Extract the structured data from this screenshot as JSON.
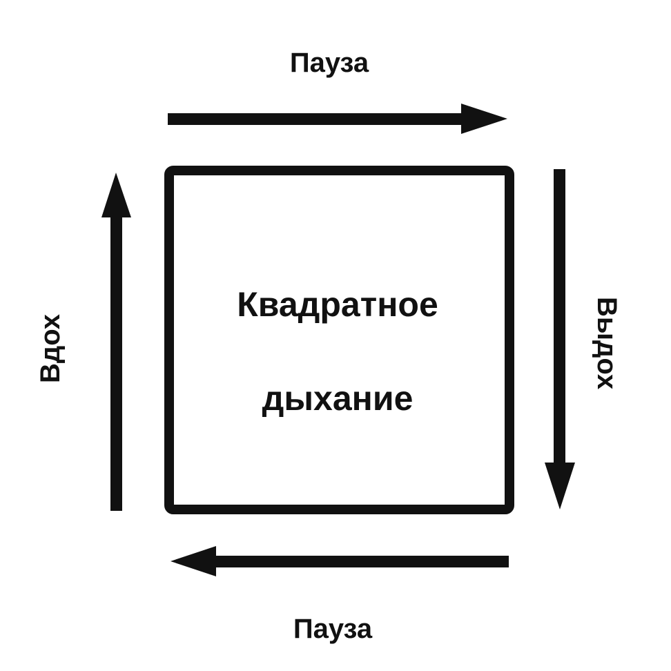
{
  "labels": {
    "top": "Пауза",
    "bottom": "Пауза",
    "left": "Вдох",
    "right": "Выдох",
    "center_line1": "Квадратное",
    "center_line2": "дыхание"
  },
  "arrows": {
    "top": "right",
    "right": "down",
    "bottom": "left",
    "left": "up"
  },
  "colors": {
    "stroke": "#111111",
    "background": "#ffffff"
  }
}
